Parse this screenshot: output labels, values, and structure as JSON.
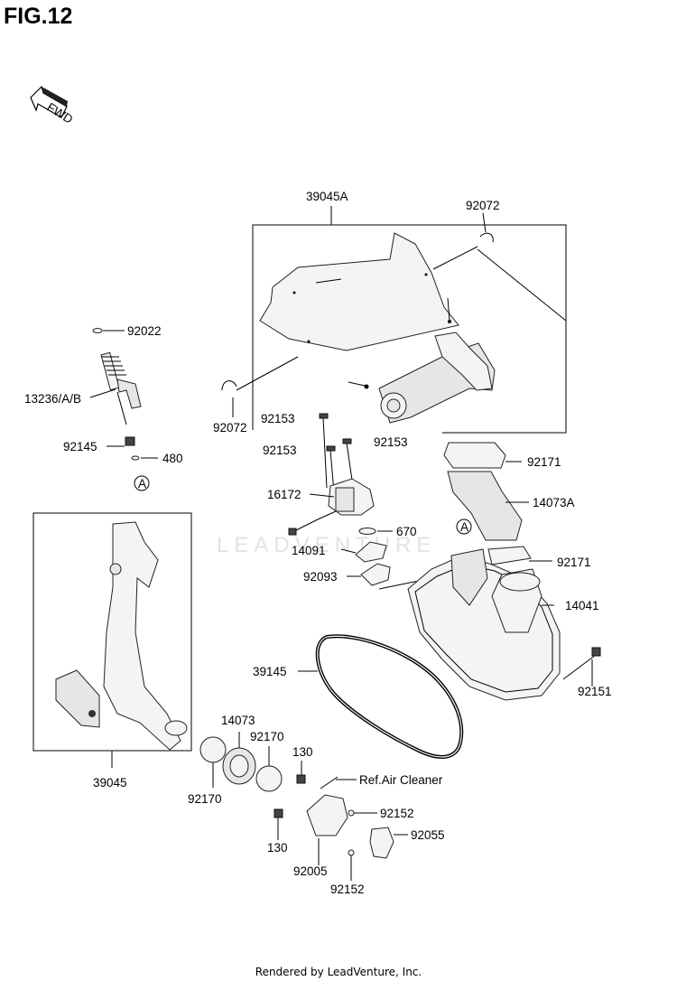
{
  "figure": {
    "title": "FIG.12",
    "fwd_label": "FWD"
  },
  "watermark": "LEADVENTURE",
  "footer": "Rendered by LeadVenture, Inc.",
  "callouts": {
    "p39045A": "39045A",
    "p92072_top": "92072",
    "p92072_left": "92072",
    "p92022": "92022",
    "p13236": "13236/A/B",
    "p92145": "92145",
    "p480": "480",
    "refA_left": "A",
    "refA_right": "A",
    "p92153_a": "92153",
    "p92153_b": "92153",
    "p92153_c": "92153",
    "p92171_top": "92171",
    "p14073A": "14073A",
    "p16172": "16172",
    "p670": "670",
    "p14091": "14091",
    "p92171_bottom": "92171",
    "p92093": "92093",
    "p14041": "14041",
    "p39145": "39145",
    "p92151": "92151",
    "p14073": "14073",
    "p92170_top": "92170",
    "p130_top": "130",
    "p_ref_air": "Ref.Air Cleaner",
    "p39045": "39045",
    "p92170_bottom": "92170",
    "p92152_top": "92152",
    "p92055": "92055",
    "p130_bottom": "130",
    "p92005": "92005",
    "p92152_bottom": "92152"
  }
}
